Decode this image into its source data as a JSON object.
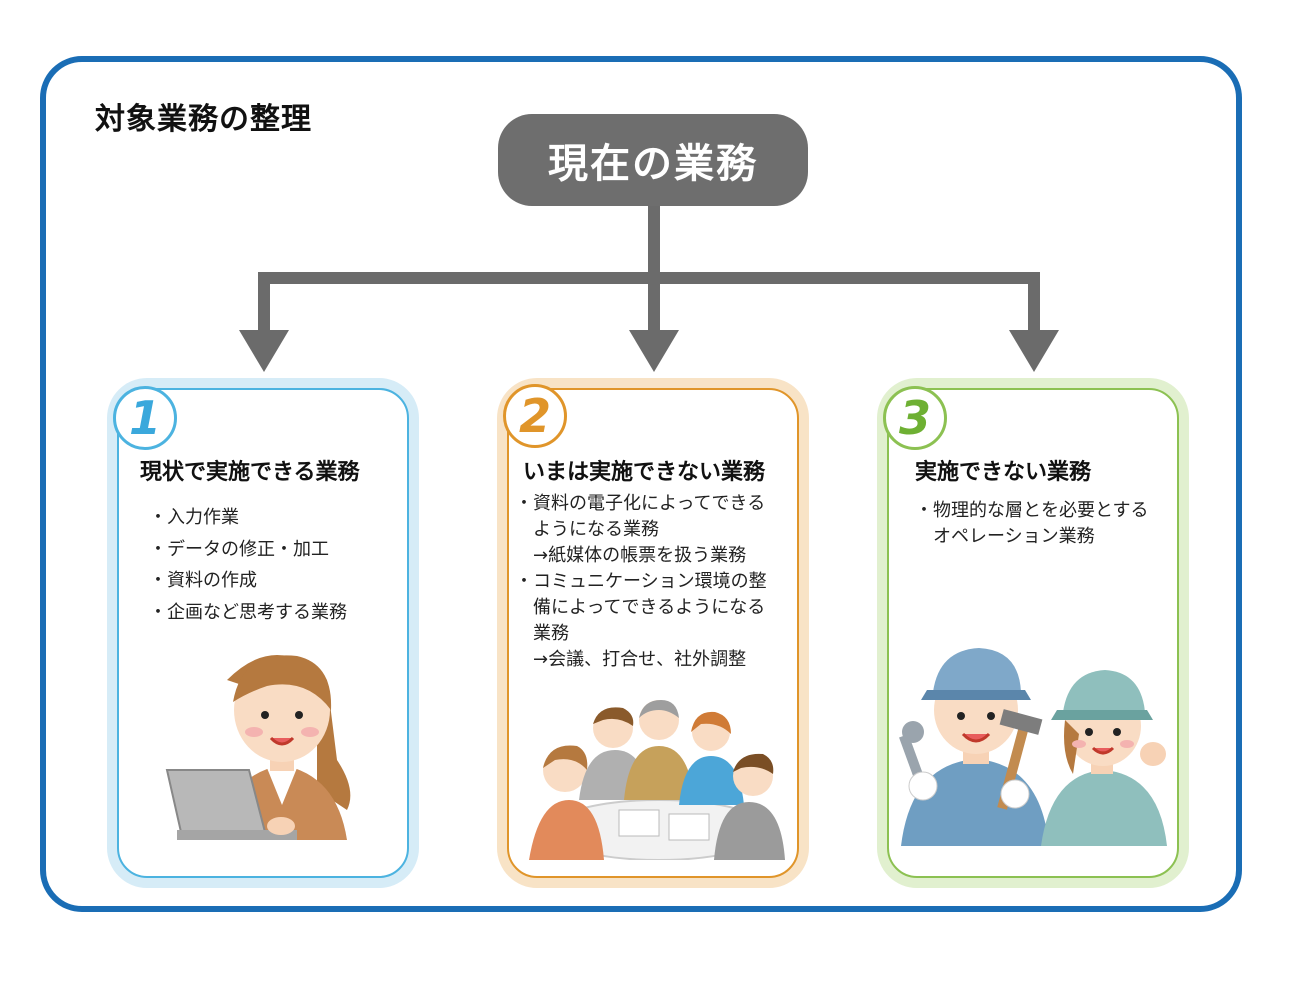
{
  "frame_title": "対象業務の整理",
  "root": "現在の業務",
  "cards": [
    {
      "number": "1",
      "title": "現状で実施できる業務",
      "items": [
        "・入力作業",
        "・データの修正・加工",
        "・資料の作成",
        "・企画など思考する業務"
      ]
    },
    {
      "number": "2",
      "title": "いまは実施できない業務",
      "items": [
        "・資料の電子化によってできる",
        "　ようになる業務",
        "　→紙媒体の帳票を扱う業務",
        "・コミュニケーション環境の整",
        "　備によってできるようになる",
        "　業務",
        "　→会議、打合せ、社外調整"
      ]
    },
    {
      "number": "3",
      "title": "実施できない業務",
      "items": [
        "・物理的な層とを必要とする",
        "　オペレーション業務"
      ]
    }
  ],
  "colors": {
    "frame": "#1a6db5",
    "root": "#6e6e6e",
    "connector": "#6b6b6b",
    "card1": "#4cb3e0",
    "card2": "#e0952a",
    "card3": "#8cc152"
  }
}
